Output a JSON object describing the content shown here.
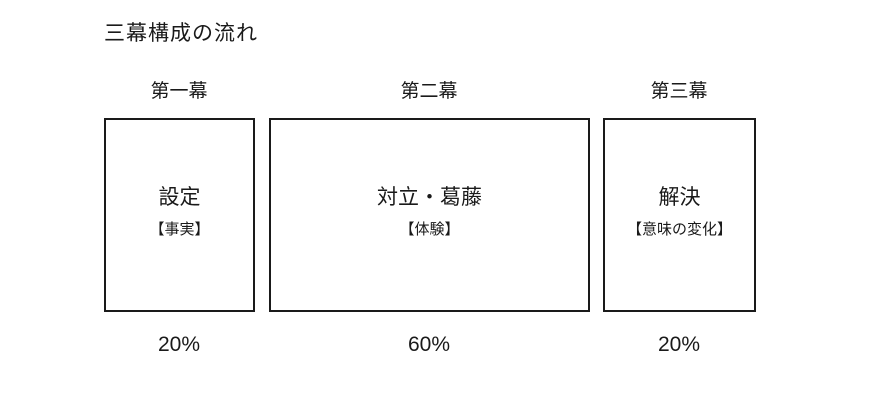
{
  "title": "三幕構成の流れ",
  "acts": [
    {
      "label": "第一幕",
      "main": "設定",
      "sub": "【事実】",
      "percent": "20%"
    },
    {
      "label": "第二幕",
      "main": "対立・葛藤",
      "sub": "【体験】",
      "percent": "60%"
    },
    {
      "label": "第三幕",
      "main": "解決",
      "sub": "【意味の変化】",
      "percent": "20%"
    }
  ]
}
